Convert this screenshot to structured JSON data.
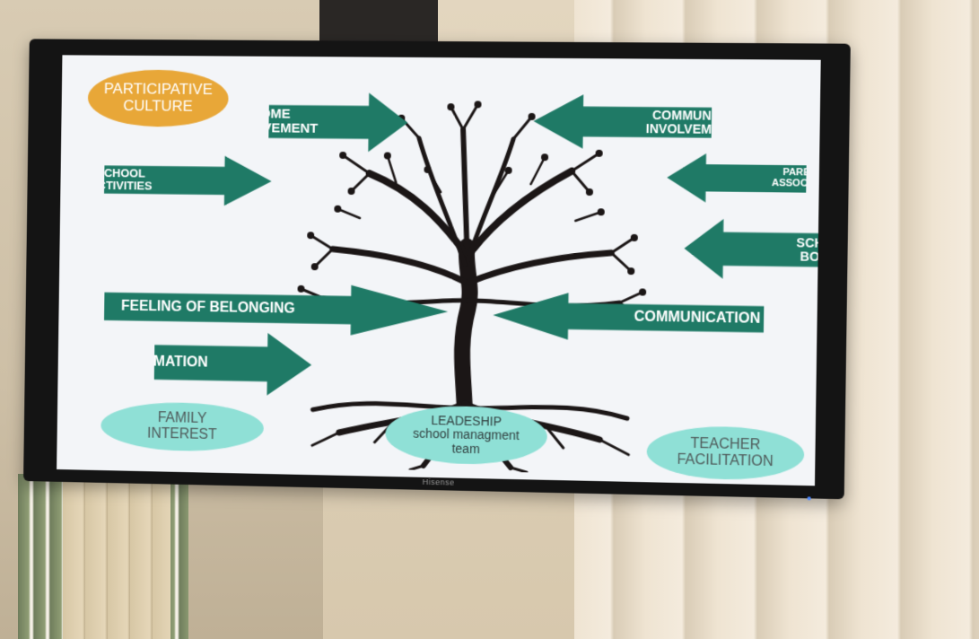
{
  "slide": {
    "participative_culture": "PARTICIPATIVE\nCULTURE",
    "home_involvement": "HOME\nINVOLVEMENT",
    "community_involvement": "COMMUNITY\nINVOLVEMENT",
    "school_activities": "SCHOOL ACTIVITIES",
    "parents_association": "PARENTS\nASSOCIATION",
    "school_board": "SCHOOL\nBOARD",
    "feeling_of_belonging": "FEELING OF BELONGING",
    "communication": "COMMUNICATION",
    "formation": "FORMATION",
    "family_interest": "FAMILY\nINTEREST",
    "leadership": "LEADESHIP\nschool managment\nteam",
    "teacher_facilitation": "TEACHER\nFACILITATION"
  },
  "tv": {
    "brand": "Hisense"
  },
  "colors": {
    "arrow_green": "#1f7a66",
    "oval_orange": "#e8a738",
    "oval_teal": "#8fe0d6",
    "tree": "#1b1616"
  }
}
